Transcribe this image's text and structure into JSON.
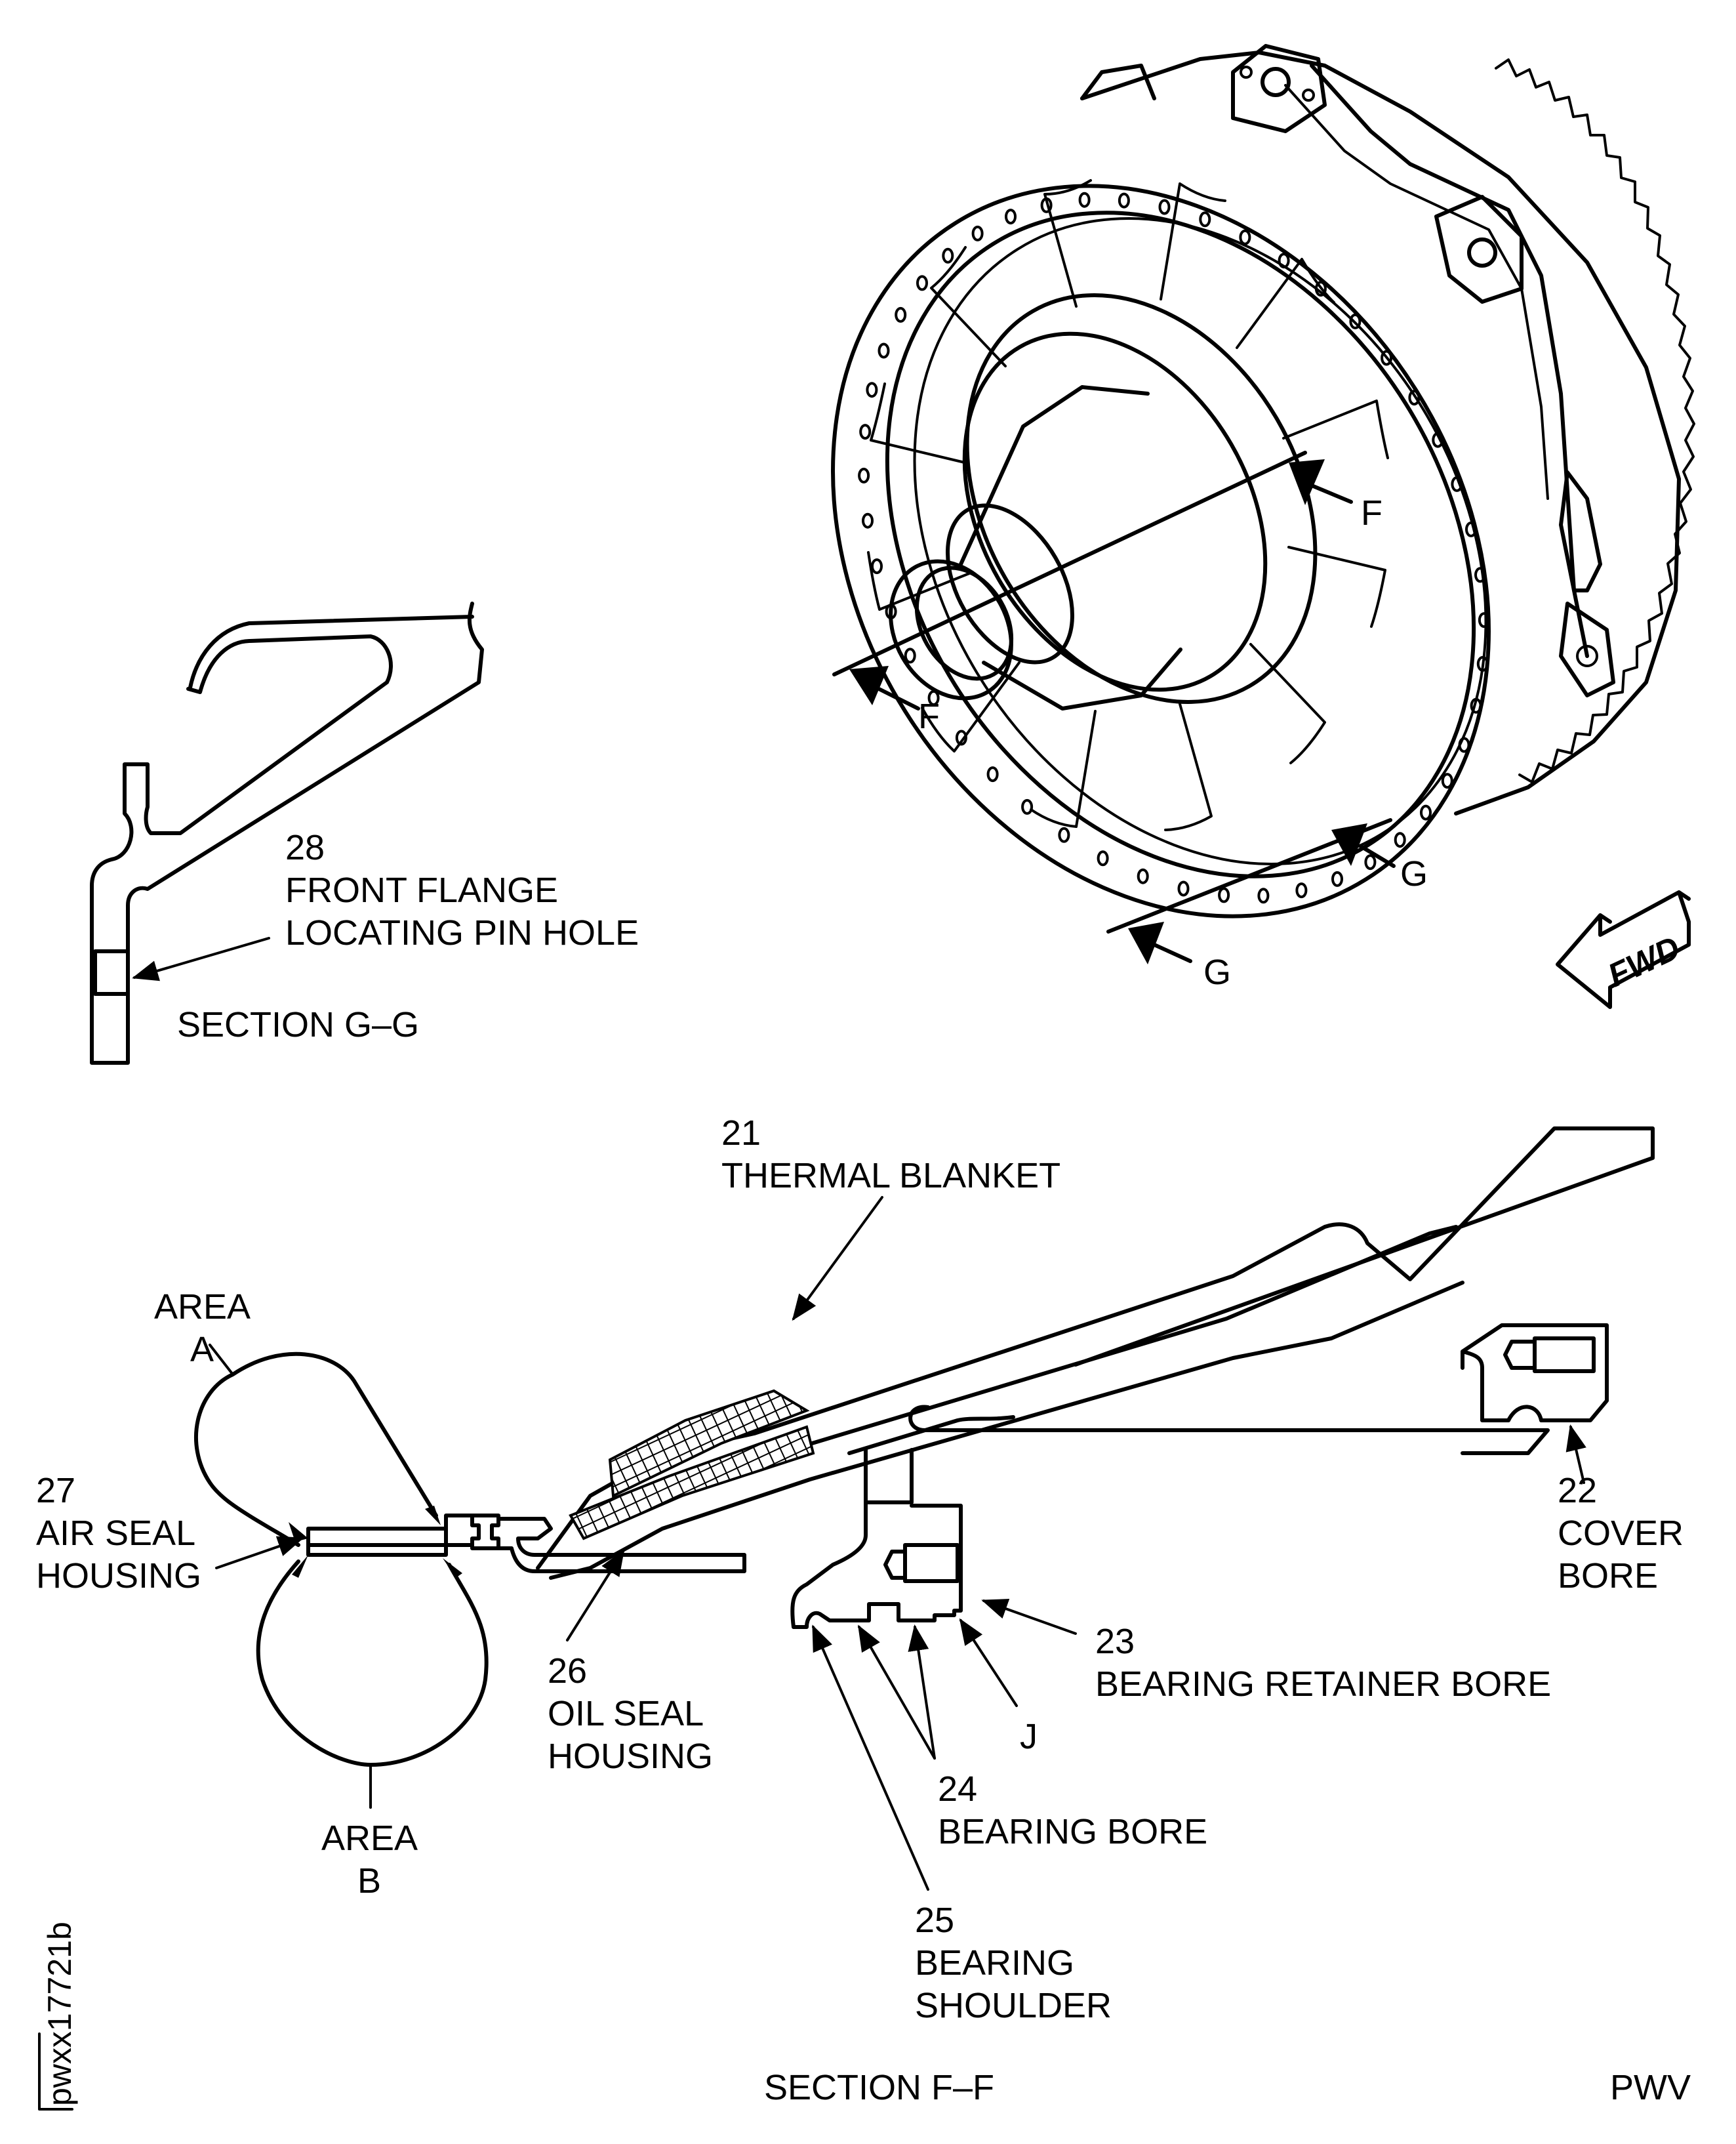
{
  "figure": {
    "id_code": "pwxx17721b",
    "footer_code": "PWV"
  },
  "iso_view": {
    "section_markers": {
      "f": "F",
      "g": "G"
    },
    "direction_label": "FWD"
  },
  "section_gg": {
    "title": "SECTION G–G",
    "callouts": [
      {
        "number": "28",
        "lines": [
          "FRONT FLANGE",
          "LOCATING PIN HOLE"
        ]
      }
    ]
  },
  "section_ff": {
    "title": "SECTION F–F",
    "areas": [
      {
        "lines": [
          "AREA",
          "A"
        ]
      },
      {
        "lines": [
          "AREA",
          "B"
        ]
      }
    ],
    "callouts": [
      {
        "number": "21",
        "lines": [
          "THERMAL BLANKET"
        ]
      },
      {
        "number": "22",
        "lines": [
          "COVER",
          "BORE"
        ]
      },
      {
        "number": "23",
        "lines": [
          "BEARING RETAINER BORE"
        ]
      },
      {
        "number": "24",
        "lines": [
          "BEARING BORE"
        ]
      },
      {
        "number": "25",
        "lines": [
          "BEARING",
          "SHOULDER"
        ]
      },
      {
        "number": "26",
        "lines": [
          "OIL SEAL",
          "HOUSING"
        ]
      },
      {
        "number": "27",
        "lines": [
          "AIR SEAL",
          "HOUSING"
        ]
      }
    ],
    "point_label": "J"
  }
}
